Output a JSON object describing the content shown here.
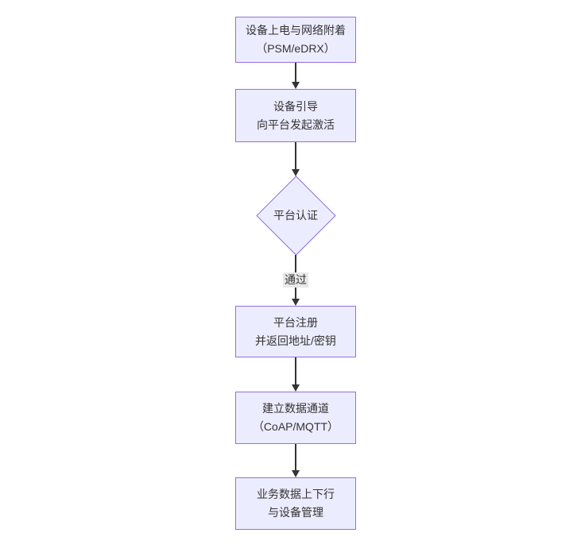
{
  "diagram": {
    "type": "flowchart",
    "direction": "top-down",
    "colors": {
      "node_fill": "#ECECFF",
      "node_border": "#9370DB",
      "edge_line": "#333333",
      "text": "#333333",
      "edge_label_bg": "#e8e8e8",
      "background": "#ffffff"
    },
    "nodes": [
      {
        "id": "power-attach",
        "shape": "rect",
        "lines": [
          "设备上电与网络附着",
          "（PSM/eDRX）"
        ]
      },
      {
        "id": "bootstrap",
        "shape": "rect",
        "lines": [
          "设备引导",
          "向平台发起激活"
        ]
      },
      {
        "id": "platform-auth",
        "shape": "diamond",
        "lines": [
          "平台认证"
        ]
      },
      {
        "id": "register",
        "shape": "rect",
        "lines": [
          "平台注册",
          "并返回地址/密钥"
        ]
      },
      {
        "id": "data-channel",
        "shape": "rect",
        "lines": [
          "建立数据通道",
          "（CoAP/MQTT）"
        ]
      },
      {
        "id": "business-data",
        "shape": "rect",
        "lines": [
          "业务数据上下行",
          "与设备管理"
        ]
      }
    ],
    "edges": [
      {
        "from": "power-attach",
        "to": "bootstrap",
        "label": ""
      },
      {
        "from": "bootstrap",
        "to": "platform-auth",
        "label": ""
      },
      {
        "from": "platform-auth",
        "to": "register",
        "label": "通过"
      },
      {
        "from": "register",
        "to": "data-channel",
        "label": ""
      },
      {
        "from": "data-channel",
        "to": "business-data",
        "label": ""
      }
    ]
  }
}
